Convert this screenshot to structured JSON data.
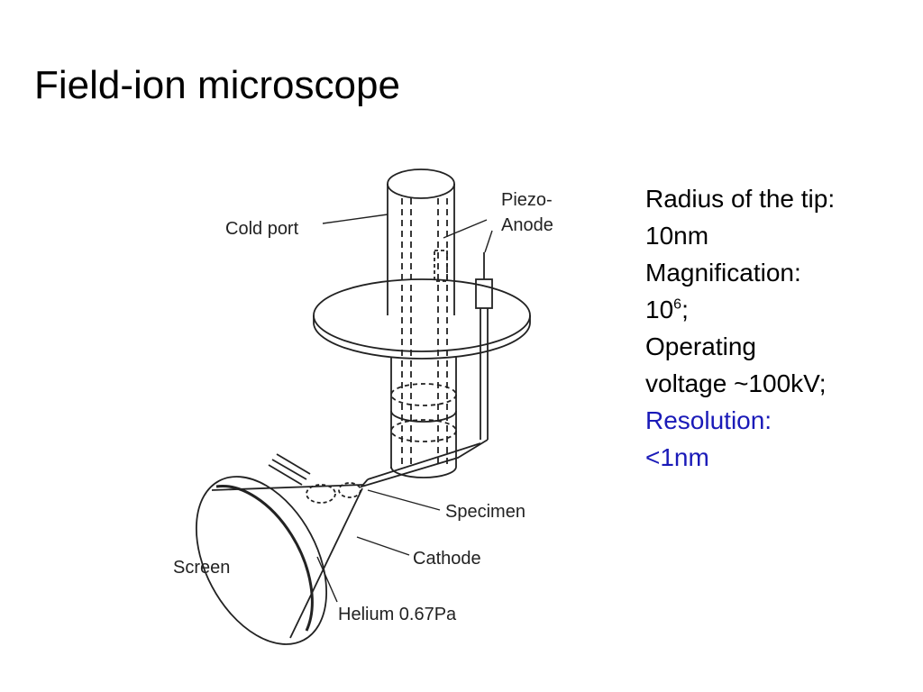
{
  "slide": {
    "title": "Field-ion microscope"
  },
  "diagram": {
    "labels": {
      "cold_port": "Cold port",
      "piezo_line1": "Piezo-",
      "piezo_line2": "Anode",
      "specimen": "Specimen",
      "cathode": "Cathode",
      "screen": "Screen",
      "helium": "Helium 0.67Pa"
    }
  },
  "notes": {
    "tip_radius_label": "Radius of the tip:",
    "tip_radius_value": "10nm",
    "magnification_label": "Magnification:",
    "magnification_base": "10",
    "magnification_exponent": "6",
    "magnification_suffix": ";",
    "voltage_line1": "Operating",
    "voltage_line2": "voltage ~100kV;",
    "resolution_label": "Resolution:",
    "resolution_value": "<1nm"
  },
  "colors": {
    "accent": "#1a1ab8",
    "text": "#000000",
    "line": "#222222"
  }
}
